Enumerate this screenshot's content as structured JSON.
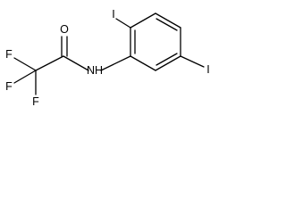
{
  "molecule": {
    "atoms": {
      "o": "O",
      "n": "NH",
      "f1": "F",
      "f2": "F",
      "f3": "F",
      "i1": "I",
      "i2": "I"
    },
    "colors": {
      "bond": "#000000",
      "label": "#000000",
      "background": "#ffffff"
    }
  }
}
